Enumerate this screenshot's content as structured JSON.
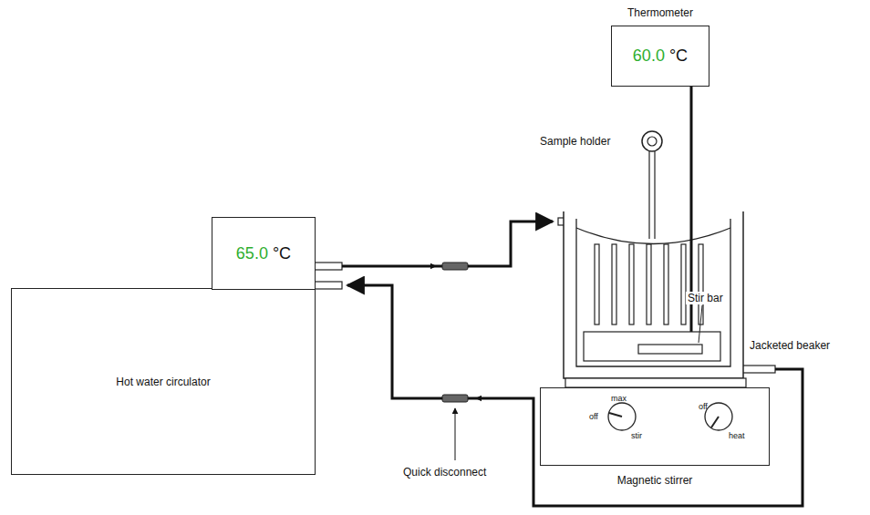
{
  "diagram": {
    "nodes": [
      {
        "text": [
          "Hot water circulator"
        ]
      },
      {
        "text": [
          "65.0",
          "°C"
        ]
      },
      {
        "text": [
          "Thermometer",
          "60.0",
          "°C"
        ]
      },
      {
        "text": [
          "Magnetic stirrer"
        ]
      }
    ],
    "labels": [
      "Sample holder",
      "Stir bar",
      "Jacketed beaker",
      "Quick disconnect",
      "max",
      "off",
      "stir",
      "off",
      "heat"
    ]
  }
}
